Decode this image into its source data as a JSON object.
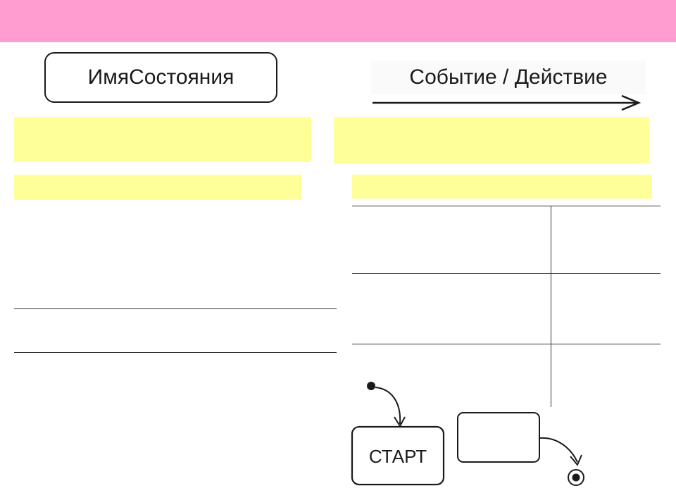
{
  "diagram": {
    "state_box_label": "ИмяСостояния",
    "transition_label": "Событие / Действие",
    "start_state_label": "СТАРТ"
  },
  "colors": {
    "header_band": "#ff9dd0",
    "highlight": "#ffff99",
    "stroke": "#1a1a1a"
  }
}
